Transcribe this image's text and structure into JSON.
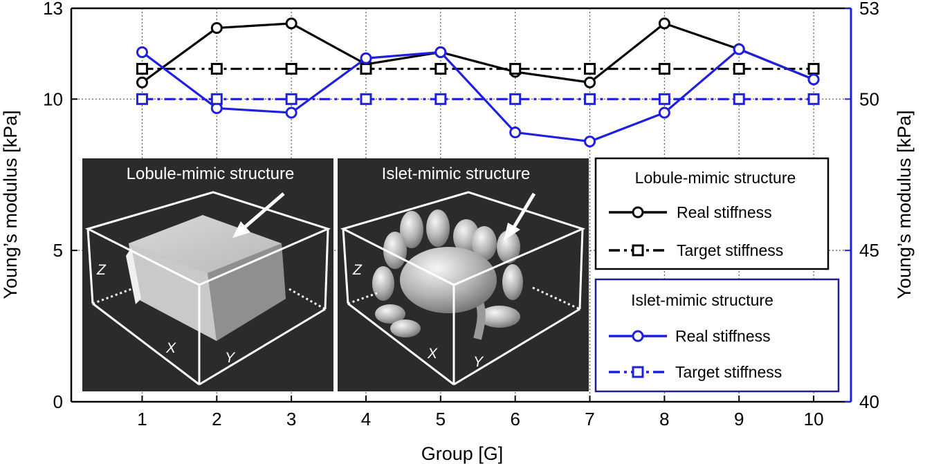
{
  "chart_data": {
    "type": "line",
    "xlabel": "Group [G]",
    "ylabel_left": "Young’s modulus [kPa]",
    "ylabel_right": "Young’s modulus [kPa]",
    "x": [
      1,
      2,
      3,
      4,
      5,
      6,
      7,
      8,
      9,
      10
    ],
    "x_ticks": [
      "1",
      "2",
      "3",
      "4",
      "5",
      "6",
      "7",
      "8",
      "9",
      "10"
    ],
    "xlim": [
      0.05,
      10.5
    ],
    "ylim_left": [
      0,
      13
    ],
    "ylim_right": [
      40,
      53
    ],
    "y_ticks_left": [
      "0",
      "5",
      "10",
      "13"
    ],
    "y_ticks_right": [
      "40",
      "45",
      "50",
      "53"
    ],
    "grid": "dotted",
    "legend_position": "right",
    "groups": [
      {
        "title": "Lobule-mimic structure",
        "axis": "left",
        "color": "#000000",
        "series": [
          {
            "name": "Real stiffness",
            "style": "solid",
            "marker": "circle",
            "values": [
              10.55,
              12.35,
              12.5,
              11.15,
              11.55,
              10.9,
              10.55,
              12.5,
              11.65,
              10.65
            ]
          },
          {
            "name": "Target stiffness",
            "style": "dash-dot",
            "marker": "square",
            "values": [
              11,
              11,
              11,
              11,
              11,
              11,
              11,
              11,
              11,
              11
            ]
          }
        ]
      },
      {
        "title": "Islet-mimic structure",
        "axis": "right",
        "color": "#1f1fe0",
        "series": [
          {
            "name": "Real stiffness",
            "style": "solid",
            "marker": "circle",
            "values": [
              51.55,
              49.7,
              49.55,
              51.35,
              51.55,
              48.9,
              48.6,
              49.55,
              51.65,
              50.65
            ]
          },
          {
            "name": "Target stiffness",
            "style": "dash-dot",
            "marker": "square",
            "values": [
              50,
              50,
              50,
              50,
              50,
              50,
              50,
              50,
              50,
              50
            ]
          }
        ]
      }
    ],
    "insets": [
      {
        "title": "Lobule-mimic structure",
        "axes": [
          "Z",
          "X",
          "Y"
        ]
      },
      {
        "title": "Islet-mimic structure",
        "axes": [
          "Z",
          "X",
          "Y"
        ]
      }
    ]
  }
}
